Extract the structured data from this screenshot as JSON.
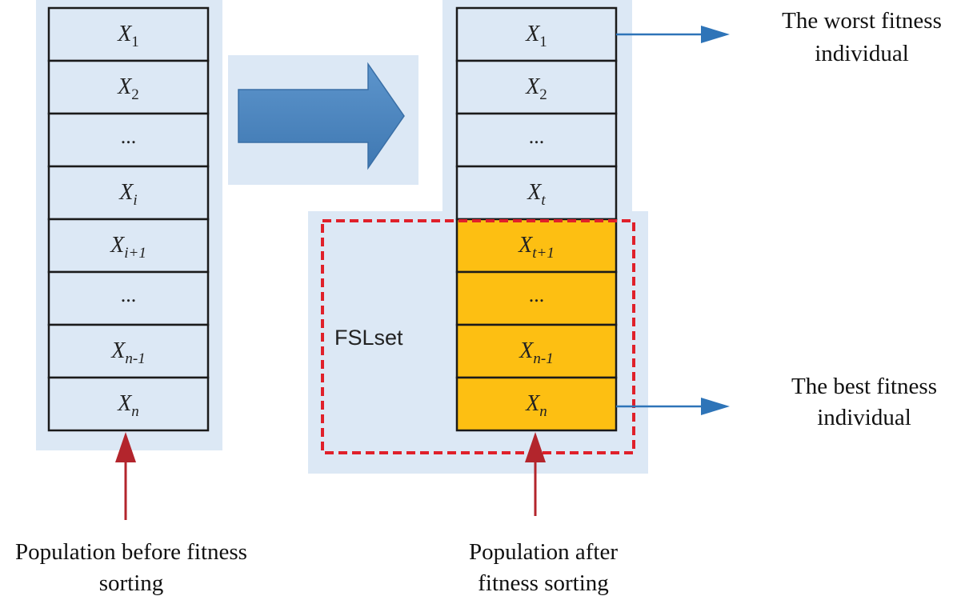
{
  "left_column": {
    "cells": [
      {
        "base": "X",
        "sub": "1"
      },
      {
        "base": "X",
        "sub": "2"
      },
      {
        "base": "...",
        "sub": ""
      },
      {
        "base": "X",
        "sub": "i"
      },
      {
        "base": "X",
        "sub": "i+1"
      },
      {
        "base": "...",
        "sub": ""
      },
      {
        "base": "X",
        "sub": "n-1"
      },
      {
        "base": "X",
        "sub": "n"
      }
    ],
    "caption_line1": "Population before fitness",
    "caption_line2": "sorting"
  },
  "right_column": {
    "cells": [
      {
        "base": "X",
        "sub": "1",
        "highlight": false
      },
      {
        "base": "X",
        "sub": "2",
        "highlight": false
      },
      {
        "base": "...",
        "sub": "",
        "highlight": false
      },
      {
        "base": "X",
        "sub": "t",
        "highlight": false
      },
      {
        "base": "X",
        "sub": "t+1",
        "highlight": true
      },
      {
        "base": "...",
        "sub": "",
        "highlight": true
      },
      {
        "base": "X",
        "sub": "n-1",
        "highlight": true
      },
      {
        "base": "X",
        "sub": "n",
        "highlight": true
      }
    ],
    "caption_line1": "Population after",
    "caption_line2": "fitness sorting"
  },
  "fsl_label": "FSLset",
  "worst_label_line1": "The worst fitness",
  "worst_label_line2": "individual",
  "best_label_line1": "The best fitness",
  "best_label_line2": "individual",
  "colors": {
    "panel_bg": "#dce8f5",
    "cell_bg": "#dce8f5",
    "highlight": "#fdbf12",
    "big_arrow": "#4f87c0",
    "pointer_arrow": "#2e74b8",
    "up_arrow": "#b3252c",
    "dashed_box": "#e0202a"
  }
}
